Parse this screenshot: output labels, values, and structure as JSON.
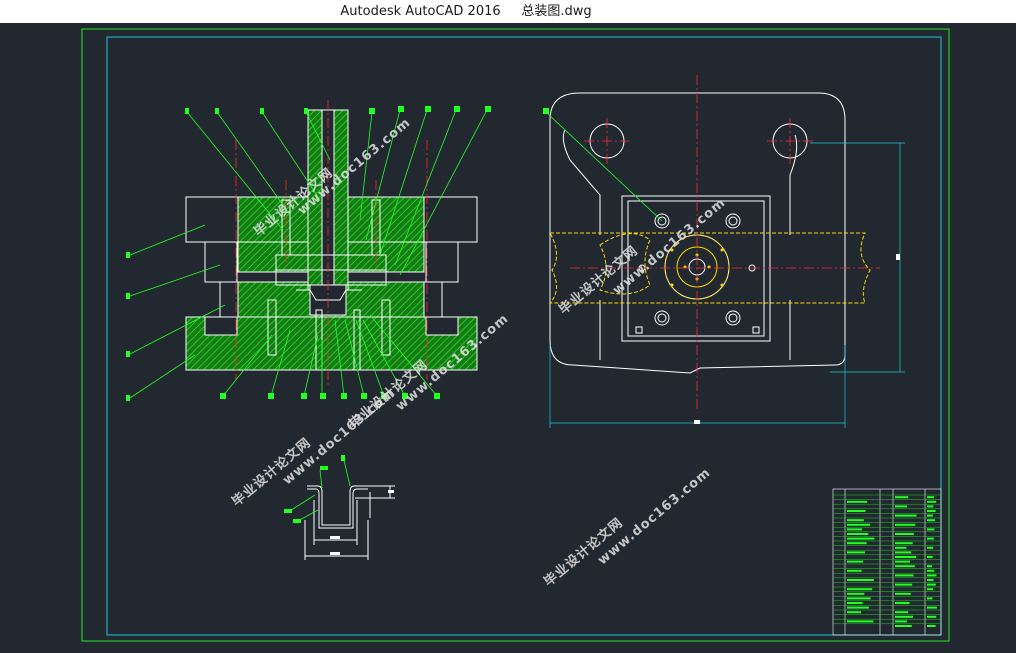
{
  "window": {
    "app_title": "Autodesk AutoCAD 2016",
    "file_name": "总装图.dwg"
  },
  "watermarks": [
    {
      "text": "毕业设计论文网",
      "id": "wm1"
    },
    {
      "text": "www.doc163.com",
      "id": "wm2"
    },
    {
      "text": "毕业设计论文网",
      "id": "wm3"
    },
    {
      "text": "www.doc163.com",
      "id": "wm4"
    },
    {
      "text": "毕业设计论文网",
      "id": "wm5"
    },
    {
      "text": "www.doc163.com",
      "id": "wm6"
    },
    {
      "text": "毕业设计论文网",
      "id": "wm7"
    },
    {
      "text": "www.doc163.com",
      "id": "wm8"
    },
    {
      "text": "毕业设计论文网",
      "id": "wm9"
    },
    {
      "text": "www.doc163.com",
      "id": "wm10"
    }
  ],
  "colors": {
    "background": "#212830",
    "outer_border": "#22cc22",
    "inner_border": "#1ec8d8",
    "hatch": "#22cc22",
    "centerline": "#ff2a2a",
    "outline": "#ffffff",
    "yellow": "#ffd700",
    "leader": "#22ff22"
  }
}
